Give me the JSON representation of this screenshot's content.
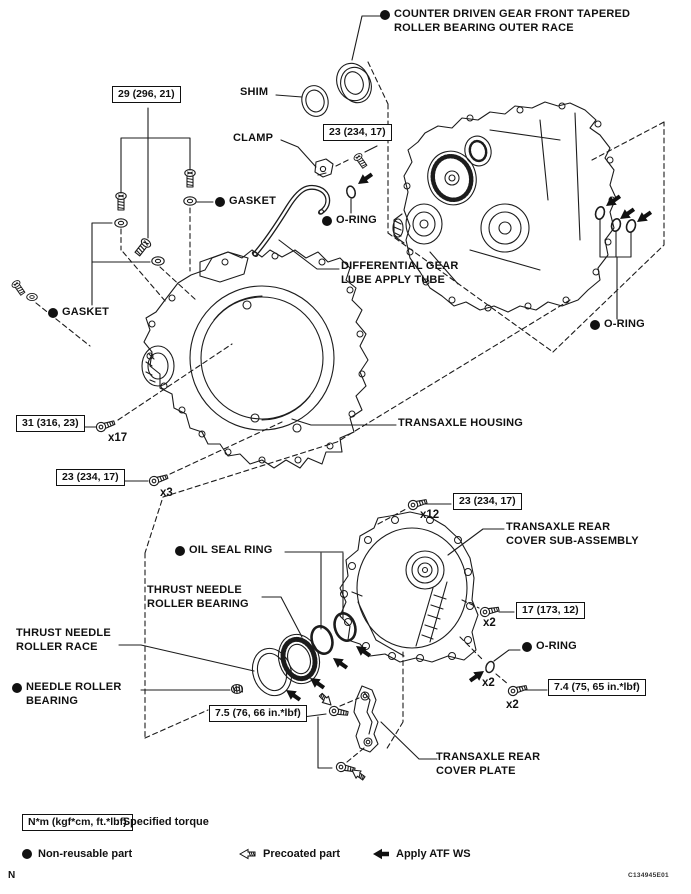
{
  "labels": {
    "counter_driven_race": "COUNTER DRIVEN GEAR FRONT TAPERED\nROLLER BEARING OUTER RACE",
    "shim": "SHIM",
    "clamp": "CLAMP",
    "gasket_top": "GASKET",
    "o_ring_top": "O-RING",
    "diff_tube": "DIFFERENTIAL GEAR\nLUBE APPLY TUBE",
    "gasket_left": "GASKET",
    "o_ring_right": "O-RING",
    "transaxle_housing": "TRANSAXLE HOUSING",
    "rear_cover": "TRANSAXLE REAR\nCOVER SUB-ASSEMBLY",
    "oil_seal_ring": "OIL SEAL RING",
    "thrust_bearing": "THRUST NEEDLE\nROLLER BEARING",
    "thrust_race": "THRUST NEEDLE\nROLLER RACE",
    "needle_bearing": "NEEDLE ROLLER\nBEARING",
    "o_ring_bottom": "O-RING",
    "rear_cover_plate": "TRANSAXLE REAR\nCOVER PLATE"
  },
  "torques": {
    "t29": "29 (296, 21)",
    "t23_top": "23 (234, 17)",
    "t31": "31 (316, 23)",
    "t23_left": "23 (234, 17)",
    "t23_cover": "23 (234, 17)",
    "t17": "17 (173, 12)",
    "t7_4": "7.4 (75, 65 in.*lbf)",
    "t7_5": "7.5 (76, 66 in.*lbf)"
  },
  "counts": {
    "x17": "x17",
    "x3": "x3",
    "x12": "x12",
    "x2_bolt17": "x2",
    "x2_oring": "x2",
    "x2_bolt74": "x2"
  },
  "legend": {
    "torque_box": "N*m (kgf*cm, ft.*lbf)",
    "torque_desc": ": Specified torque",
    "non_reusable": "Non-reusable part",
    "precoated": "Precoated part",
    "apply_atf": "Apply ATF WS"
  },
  "footer": {
    "page_letter": "N",
    "figure_code": "C134945E01"
  },
  "colors": {
    "ink": "#1c1c1c",
    "bg": "#ffffff"
  }
}
